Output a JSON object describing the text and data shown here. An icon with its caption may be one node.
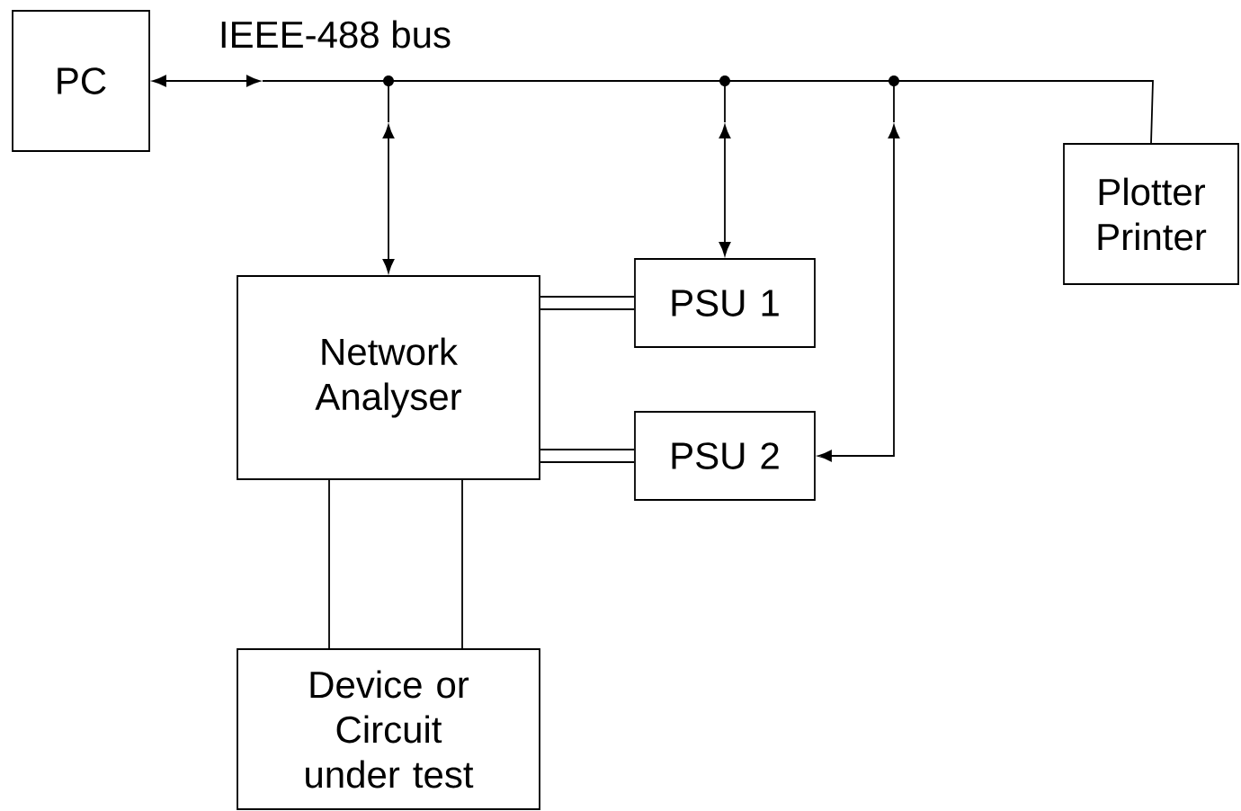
{
  "diagram": {
    "nodes": [
      {
        "text": [
          "PC"
        ]
      },
      {
        "text": [
          "Plotter Printer"
        ]
      },
      {
        "text": [
          "Network Analyser"
        ]
      },
      {
        "text": [
          "PSU 1"
        ]
      },
      {
        "text": [
          "PSU 2"
        ]
      },
      {
        "text": [
          "Device or Circuit under test"
        ]
      }
    ],
    "edges": [
      {
        "from": 0,
        "to": null,
        "arrow": "both"
      },
      {
        "from": null,
        "to": 1,
        "arrow": "none",
        "label": "IEEE-488 bus"
      },
      {
        "from": null,
        "to": 2,
        "arrow": "both"
      },
      {
        "from": null,
        "to": 3,
        "arrow": "both"
      },
      {
        "from": null,
        "to": 4,
        "arrow": "both"
      },
      {
        "from": 2,
        "to": 3,
        "arrow": "none"
      },
      {
        "from": 2,
        "to": 3,
        "arrow": "none"
      },
      {
        "from": 2,
        "to": 4,
        "arrow": "none"
      },
      {
        "from": 2,
        "to": 4,
        "arrow": "none"
      },
      {
        "from": 2,
        "to": 5,
        "arrow": "none"
      },
      {
        "from": 2,
        "to": 5,
        "arrow": "none"
      }
    ]
  }
}
